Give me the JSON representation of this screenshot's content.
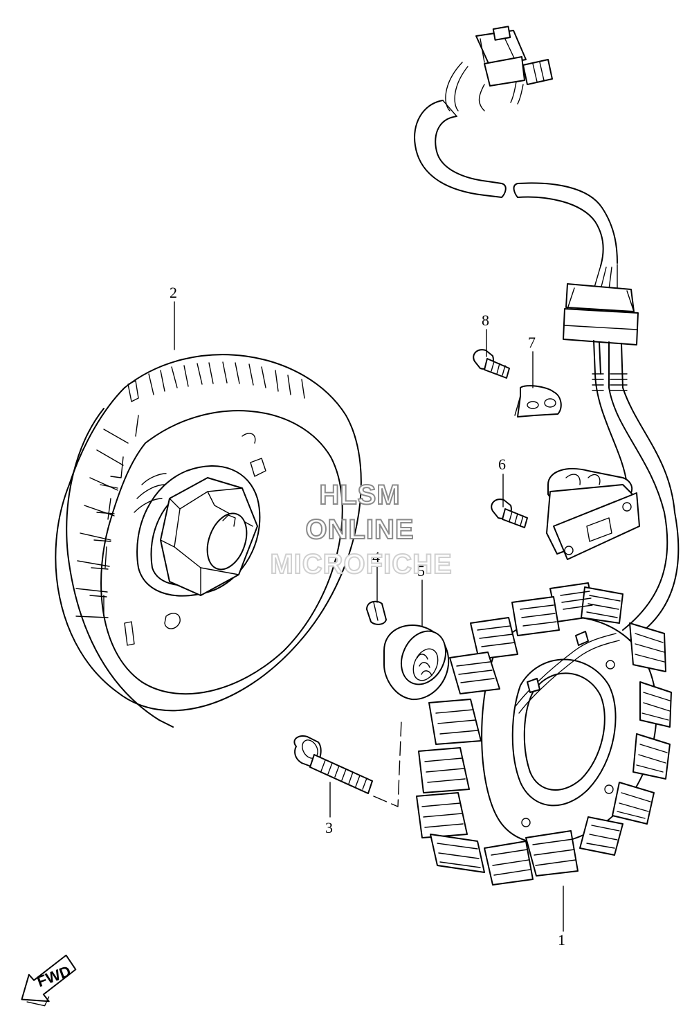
{
  "diagram": {
    "callouts": [
      {
        "id": "1",
        "label": "1"
      },
      {
        "id": "2",
        "label": "2"
      },
      {
        "id": "3",
        "label": "3"
      },
      {
        "id": "4",
        "label": "4"
      },
      {
        "id": "5",
        "label": "5"
      },
      {
        "id": "6",
        "label": "6"
      },
      {
        "id": "7",
        "label": "7"
      },
      {
        "id": "8",
        "label": "8"
      }
    ],
    "watermark": {
      "line1": "HLSM",
      "line2": "ONLINE",
      "line3": "MICROFICHE"
    },
    "direction_badge": {
      "label": "FWD",
      "icon": "arrow-left-down-icon"
    }
  }
}
